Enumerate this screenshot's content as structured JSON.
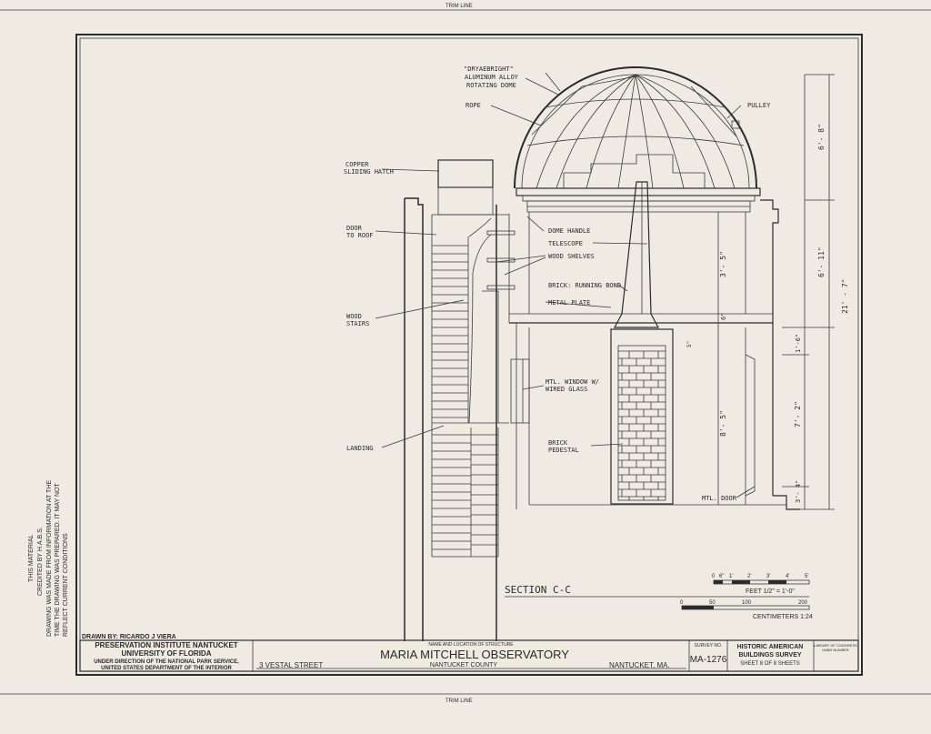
{
  "trim_line_top": "TRIM LINE",
  "trim_line_bottom": "TRIM LINE",
  "annotations": {
    "dome": [
      "\"DRYAEBRIGHT\"",
      "ALUMINUM ALLOY",
      "ROTATING DOME"
    ],
    "rope": "ROPE",
    "pulley": "PULLEY",
    "copper_hatch": [
      "COPPER",
      "SLIDING HATCH"
    ],
    "door_roof": [
      "DOOR",
      "TO ROOF"
    ],
    "dome_handle": "DOME HANDLE",
    "telescope": "TELESCOPE",
    "wood_shelves": "WOOD SHELVES",
    "brick_running": "BRICK: RUNNING BOND",
    "metal_plate": "METAL PLATE",
    "wood_stairs": [
      "WOOD",
      "STAIRS"
    ],
    "window": [
      "MTL. WINDOW W/",
      "WIRED GLASS"
    ],
    "brick_pedestal": [
      "BRICK",
      "PEDESTAL"
    ],
    "landing": "LANDING",
    "mtl_door": "MTL. DOOR"
  },
  "dimensions": {
    "d1": "6'- 8\"",
    "d2": "6'- 11\"",
    "d3": "21' - 7\"",
    "d4": "3'- 5\"",
    "d5": "6\"",
    "d6": "1'-6\"",
    "d7": "7'- 2\"",
    "d8": "8'- 5\"",
    "d9": "3'- 4\"",
    "d10": "5\""
  },
  "section": {
    "title": "SECTION C-C",
    "feet_ticks": [
      "0",
      "6\"",
      "1'",
      "2'",
      "3'",
      "4'",
      "5'"
    ],
    "feet_label": "FEET  1/2\" = 1'-0\"",
    "cm_ticks": [
      "0",
      "50",
      "100",
      "200"
    ],
    "cm_label": "CENTIMETERS  1:24"
  },
  "side_stamp": [
    "THIS MATERIAL",
    "DRAWING WAS MADE FROM INFORMATION AT THE",
    "TIME THE DRAWING WAS PREPARED. IT MAY NOT",
    "REFLECT CURRENT CONDITIONS",
    "CREDITED BY H.A.B.S."
  ],
  "title_block": {
    "drawn_by": "DRAWN BY:   RICARDO  J  VIERA",
    "org1": "PRESERVATION  INSTITUTE  NANTUCKET",
    "org2": "UNIVERSITY       OF       FLORIDA",
    "org3": "UNDER DIRECTION OF THE NATIONAL PARK SERVICE,",
    "org4": "UNITED STATES DEPARTMENT OF THE INTERIOR",
    "name_loc_label": "NAME AND LOCATION OF STRUCTURE",
    "structure": "MARIA MITCHELL OBSERVATORY",
    "street": "3  VESTAL  STREET",
    "county": "NANTUCKET  COUNTY",
    "city": "NANTUCKET,  MA.",
    "survey_label": "SURVEY NO.",
    "survey_no": "MA-1276",
    "habs1": "HISTORIC AMERICAN",
    "habs2": "BUILDINGS SURVEY",
    "sheet": "SHEET  8  OF  8  SHEETS",
    "loc1": "LIBRARY OF CONGRESS",
    "loc2": "HABS NUMBER"
  }
}
